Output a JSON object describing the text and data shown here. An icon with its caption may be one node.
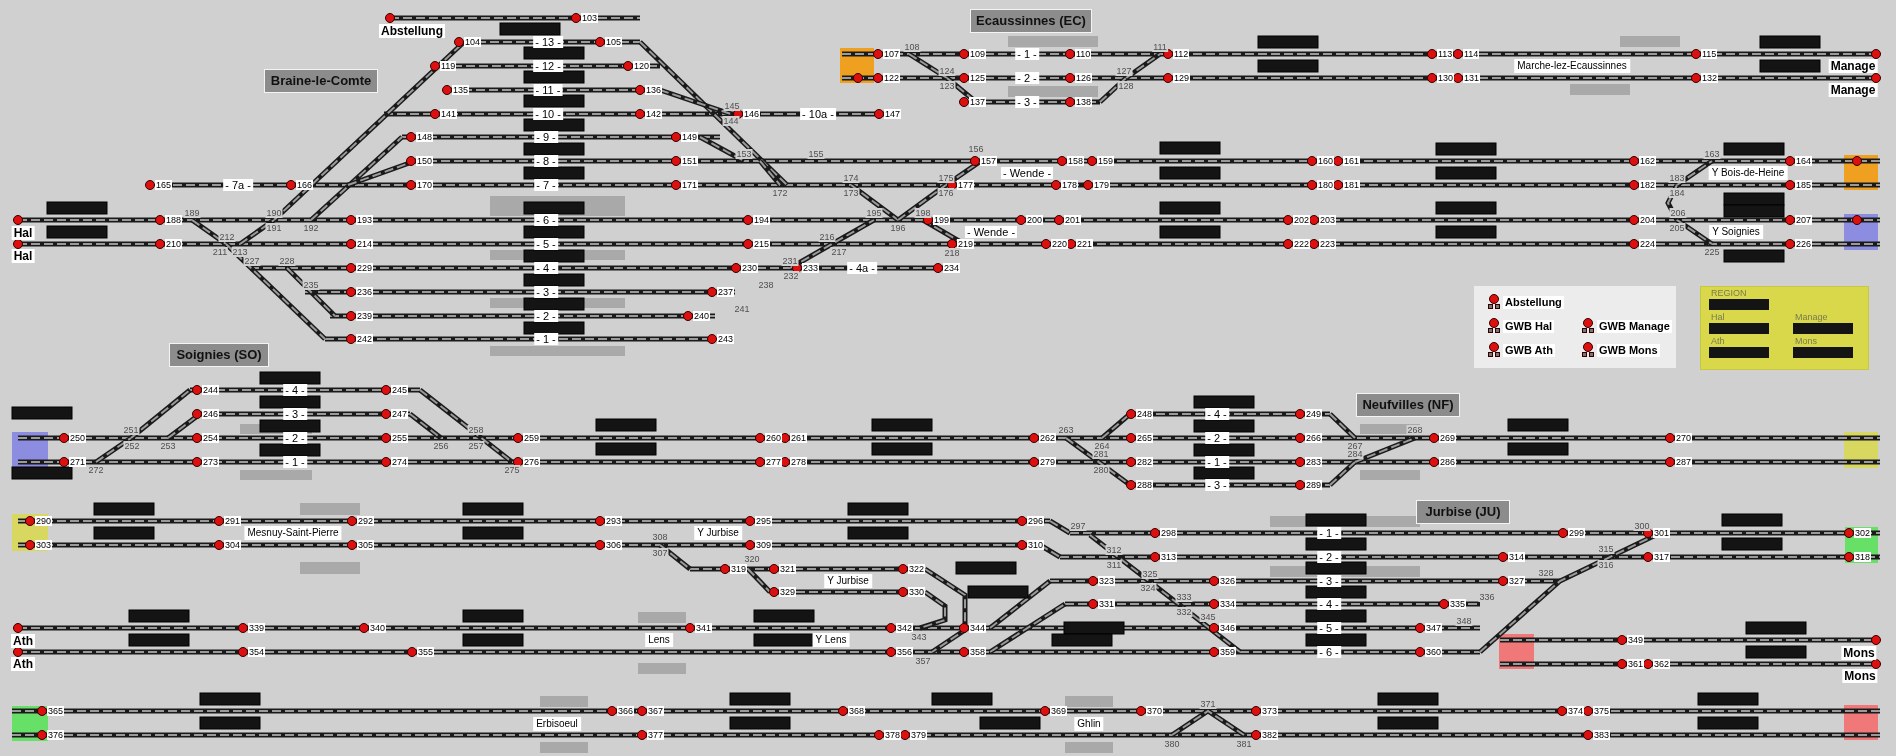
{
  "diagram": {
    "nodes": [
      {
        "text": [
          "Ecaussinnes (EC)"
        ]
      },
      {
        "text": [
          "Braine-le-Comte"
        ]
      },
      {
        "text": [
          "REGION",
          "Hal",
          "Manage",
          "Ath",
          "Mons"
        ]
      },
      {
        "text": [
          "Soignies (SO)"
        ]
      },
      {
        "text": [
          "Neufvilles (NF)"
        ]
      },
      {
        "text": [
          "Jurbise (JU)"
        ]
      }
    ],
    "labels": [
      "Abstellung",
      "103",
      "104",
      "- 13 -",
      "105",
      "107",
      "108",
      "109",
      "- 1 -",
      "110",
      "111",
      "112",
      "113",
      "114",
      "115",
      "119",
      "- 12 -",
      "120",
      "Marche-lez-Ecaussinnes",
      "Manage",
      "124",
      "122",
      "125",
      "- 2 -",
      "126",
      "127",
      "129",
      "130",
      "131",
      "132",
      "123",
      "128",
      "135",
      "- 11 -",
      "136",
      "Manage",
      "137",
      "- 3 -",
      "138",
      "145",
      "141",
      "- 10 -",
      "142",
      "146",
      "- 10a -",
      "147",
      "144",
      "148",
      "- 9 -",
      "149",
      "153",
      "155",
      "156",
      "163",
      "150",
      "- 8 -",
      "151",
      "157",
      "158",
      "159",
      "- Wende -",
      "Y Bois-de-Heine",
      "160",
      "161",
      "162",
      "164",
      "174",
      "175",
      "183",
      "165",
      "- 7a -",
      "166",
      "170",
      "- 7 -",
      "171",
      "177",
      "178",
      "179",
      "180",
      "181",
      "182",
      "185",
      "172",
      "173",
      "176",
      "184",
      "189",
      "190",
      "195",
      "198",
      "206",
      "188",
      "193",
      "- 6 -",
      "194",
      "199",
      "200",
      "201",
      "202",
      "203",
      "204",
      "207",
      "191",
      "192",
      "196",
      "205",
      "Hal",
      "- Wende -",
      "Y Soignies",
      "212",
      "216",
      "210",
      "214",
      "- 5 -",
      "215",
      "219",
      "220",
      "221",
      "222",
      "223",
      "224",
      "226",
      "211",
      "213",
      "217",
      "218",
      "225",
      "Hal",
      "227",
      "228",
      "231",
      "229",
      "- 4 -",
      "230",
      "233",
      "- 4a -",
      "234",
      "232",
      "235",
      "238",
      "236",
      "- 3 -",
      "237",
      "241",
      "239",
      "- 2 -",
      "240",
      "242",
      "- 1 -",
      "243",
      "244",
      "- 4 -",
      "245",
      "246",
      "- 3 -",
      "247",
      "248",
      "- 4 -",
      "249",
      "251",
      "258",
      "263",
      "268",
      "250",
      "254",
      "- 2 -",
      "255",
      "259",
      "260",
      "261",
      "262",
      "265",
      "- 2 -",
      "266",
      "269",
      "270",
      "252",
      "253",
      "256",
      "257",
      "264",
      "267",
      "281",
      "284",
      "271",
      "273",
      "- 1 -",
      "274",
      "276",
      "277",
      "278",
      "279",
      "282",
      "- 1 -",
      "283",
      "286",
      "287",
      "272",
      "275",
      "280",
      "288",
      "- 3 -",
      "289",
      "290",
      "291",
      "292",
      "293",
      "295",
      "296",
      "297",
      "300",
      "Mesnuy-Saint-Pierre",
      "Y Jurbise",
      "298",
      "- 1 -",
      "299",
      "301",
      "302",
      "308",
      "303",
      "304",
      "305",
      "306",
      "309",
      "310",
      "312",
      "315",
      "307",
      "320",
      "313",
      "- 2 -",
      "314",
      "317",
      "318",
      "311",
      "316",
      "319",
      "321",
      "322",
      "325",
      "328",
      "Y Jurbise",
      "323",
      "326",
      "- 3 -",
      "327",
      "324",
      "329",
      "330",
      "333",
      "336",
      "331",
      "334",
      "- 4 -",
      "335",
      "332",
      "345",
      "348",
      "339",
      "340",
      "341",
      "342",
      "344",
      "346",
      "- 5 -",
      "347",
      "343",
      "Ath",
      "Lens",
      "Y Lens",
      "349",
      "Mons",
      "354",
      "355",
      "356",
      "358",
      "359",
      "- 6 -",
      "360",
      "357",
      "361",
      "362",
      "Ath",
      "Mons",
      "371",
      "365",
      "366",
      "367",
      "368",
      "369",
      "370",
      "373",
      "374",
      "375",
      "Erbisoeul",
      "Ghlin",
      "376",
      "377",
      "378",
      "379",
      "382",
      "383",
      "380",
      "381"
    ],
    "legend": [
      {
        "text": "Abstellung"
      },
      {
        "text": "GWB Hal"
      },
      {
        "text": "GWB Manage"
      },
      {
        "text": "GWB Ath"
      },
      {
        "text": "GWB Mons"
      }
    ]
  }
}
